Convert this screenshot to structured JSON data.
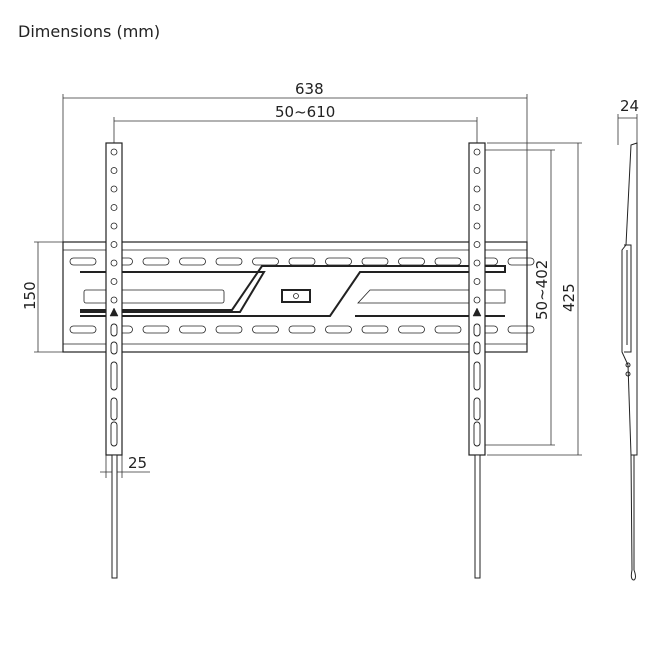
{
  "title": "Dimensions (mm)",
  "dimensions": {
    "overall_width": "638",
    "vesa_horizontal": "50~610",
    "depth": "24",
    "plate_height": "150",
    "vesa_vertical": "50~402",
    "arm_height": "425",
    "arm_width": "25"
  }
}
